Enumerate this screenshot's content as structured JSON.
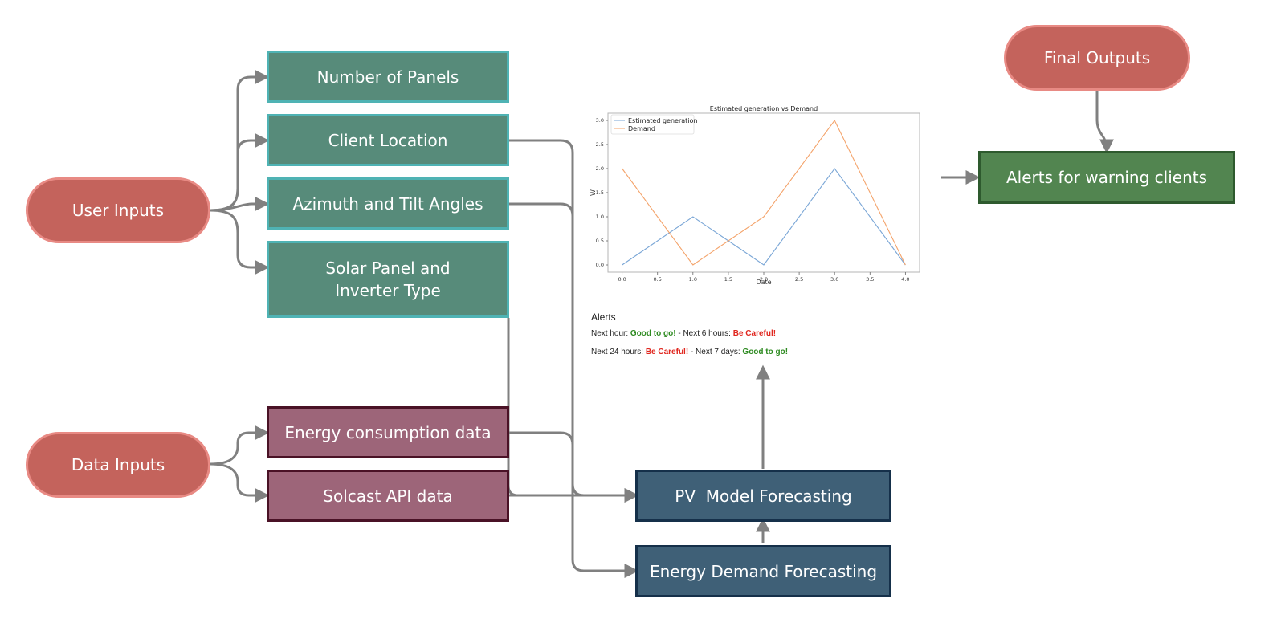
{
  "nodes": {
    "user_inputs": "User Inputs",
    "data_inputs": "Data Inputs",
    "final_outputs": "Final Outputs",
    "number_of_panels": "Number of Panels",
    "client_location": "Client Location",
    "azimuth_tilt": "Azimuth and Tilt Angles",
    "panel_inverter_type": "Solar Panel and Inverter Type",
    "energy_consumption": "Energy consumption data",
    "solcast_api": "Solcast API data",
    "pv_model": "PV  Model Forecasting",
    "energy_demand": "Energy Demand Forecasting",
    "alerts_warning": "Alerts for warning clients"
  },
  "colors": {
    "pill": "#c4635c",
    "teal": "#578b7a",
    "plum": "#9d6579",
    "navy": "#3f6077",
    "green": "#528550",
    "arrow": "#808080",
    "series_generation": "#7aa6d6",
    "series_demand": "#f4a36a",
    "ok_text": "#2d8a20",
    "warn_text": "#e0261e"
  },
  "chart_data": {
    "type": "line",
    "title": "Estimated generation vs Demand",
    "xlabel": "Date",
    "ylabel": "W",
    "xlim": [
      -0.2,
      4.2
    ],
    "ylim": [
      -0.15,
      3.15
    ],
    "x_ticks": [
      "0.0",
      "0.5",
      "1.0",
      "1.5",
      "2.0",
      "2.5",
      "3.0",
      "3.5",
      "4.0"
    ],
    "y_ticks": [
      "0.0",
      "0.5",
      "1.0",
      "1.5",
      "2.0",
      "2.5",
      "3.0"
    ],
    "legend_position": "top-left",
    "x": [
      0,
      1,
      2,
      3,
      4
    ],
    "series": [
      {
        "name": "Estimated generation",
        "values": [
          0,
          1,
          0,
          2,
          0
        ]
      },
      {
        "name": "Demand",
        "values": [
          2,
          0,
          1,
          3,
          0
        ]
      }
    ]
  },
  "alerts": {
    "heading": "Alerts",
    "line1": {
      "label1": "Next hour: ",
      "status1": "Good to go!",
      "label2": " - Next 6 hours: ",
      "status2": "Be Careful!"
    },
    "line2": {
      "label1": "Next 24 hours: ",
      "status1": "Be Careful!",
      "label2": " - Next 7 days: ",
      "status2": "Good to go!"
    }
  }
}
